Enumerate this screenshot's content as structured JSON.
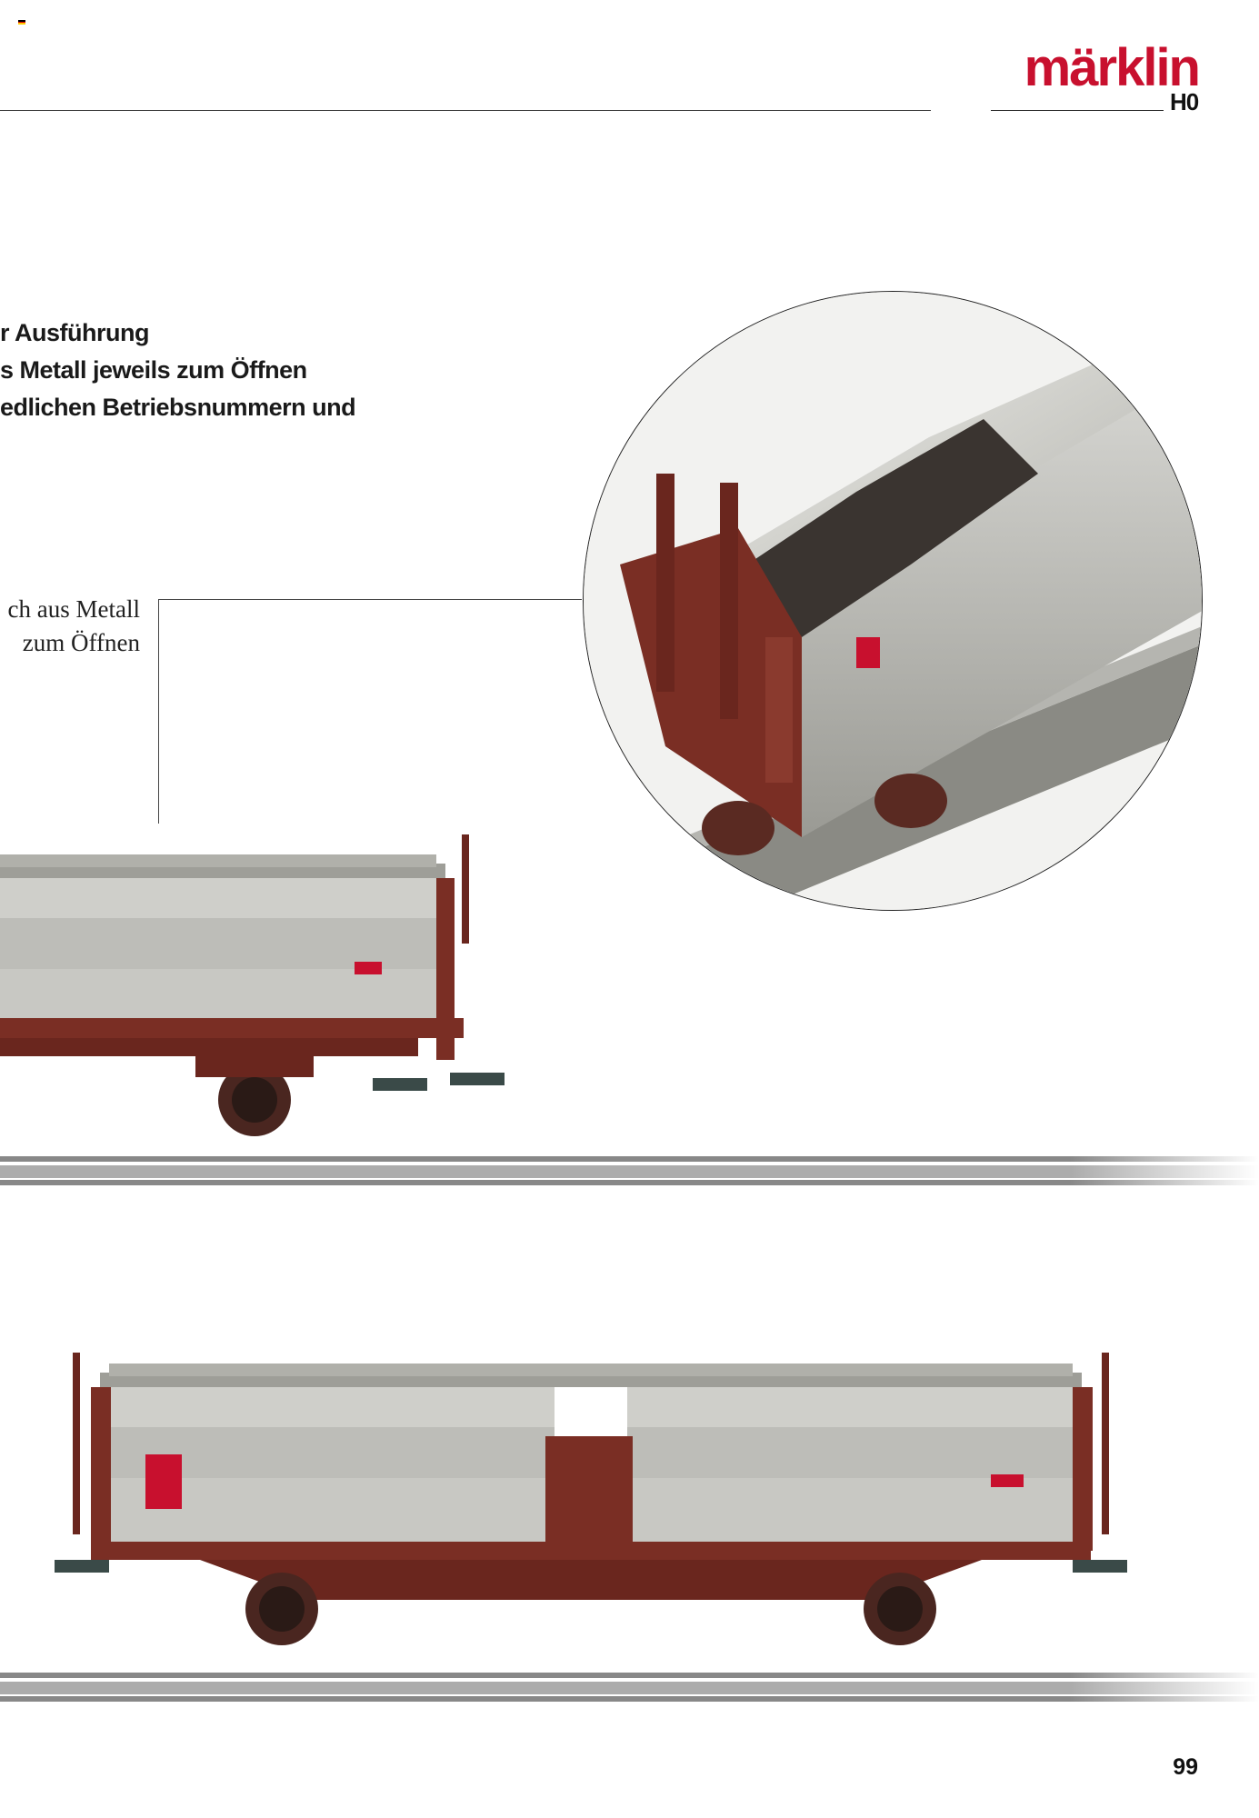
{
  "header": {
    "logo_text": "märklin",
    "scale": "H0",
    "brand_color": "#c8102e"
  },
  "heading_lines": [
    "r Ausführung",
    "s Metall jeweils zum Öffnen",
    "edlichen Betriebsnummern und"
  ],
  "body_lines": [
    "ch aus Metall",
    "zum Öffnen"
  ],
  "images": {
    "detail": "detail-photo-wagon-roof",
    "wagon_top": "sliding-wall-wagon-photo",
    "wagon_bottom": "sliding-wall-wagon-photo"
  },
  "colors": {
    "wagon_body": "#b8b8b4",
    "wagon_frame": "#7a2e24",
    "text": "#1a1a1a"
  },
  "footer": {
    "page_number": "99"
  }
}
